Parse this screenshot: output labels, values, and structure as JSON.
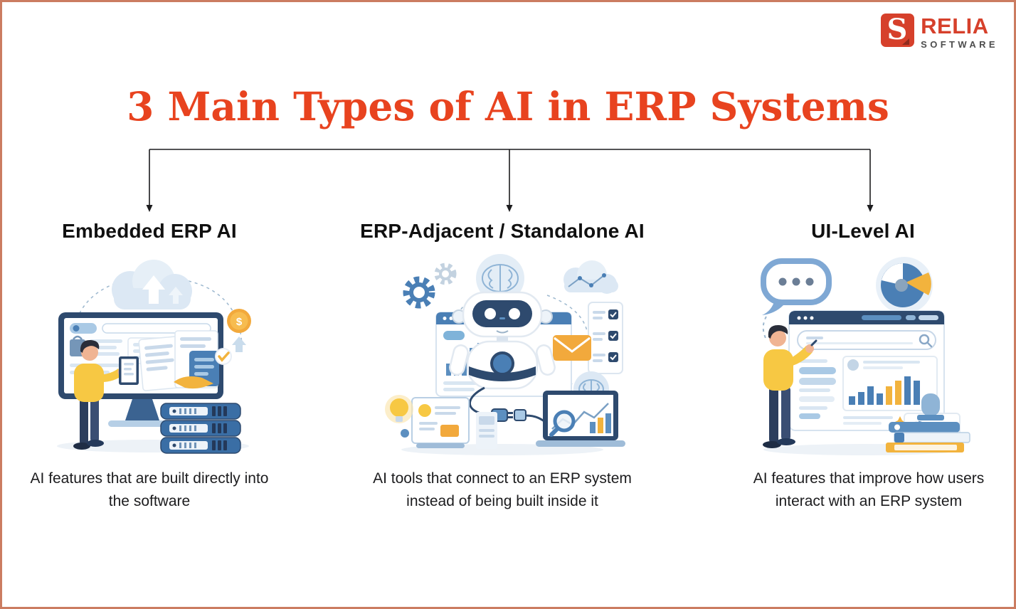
{
  "brand": {
    "name": "RELIA",
    "subtitle": "SOFTWARE",
    "brand_color": "#d6402b"
  },
  "title": {
    "text": "3 Main Types of AI in ERP Systems",
    "color": "#e8431f"
  },
  "columns": [
    {
      "heading": "Embedded ERP AI",
      "description": "AI features that are built directly into the software",
      "illustration": "person-at-erp-monitor-with-cloud-and-servers"
    },
    {
      "heading": "ERP-Adjacent / Standalone AI",
      "description": "AI tools that connect to an ERP system instead of being built inside it",
      "illustration": "ai-robot-connected-by-plug-to-erp-laptop"
    },
    {
      "heading": "UI-Level AI",
      "description": "AI features that improve how users interact with an ERP system",
      "illustration": "user-pointing-at-erp-dashboard"
    }
  ],
  "palette": {
    "navy": "#2e4a6e",
    "blue": "#4a7fb5",
    "light_blue": "#a9c9e5",
    "yellow": "#f7c843",
    "orange": "#f2a93c",
    "connector_line": "#1c1c1e",
    "page_border": "#cb7c61"
  }
}
